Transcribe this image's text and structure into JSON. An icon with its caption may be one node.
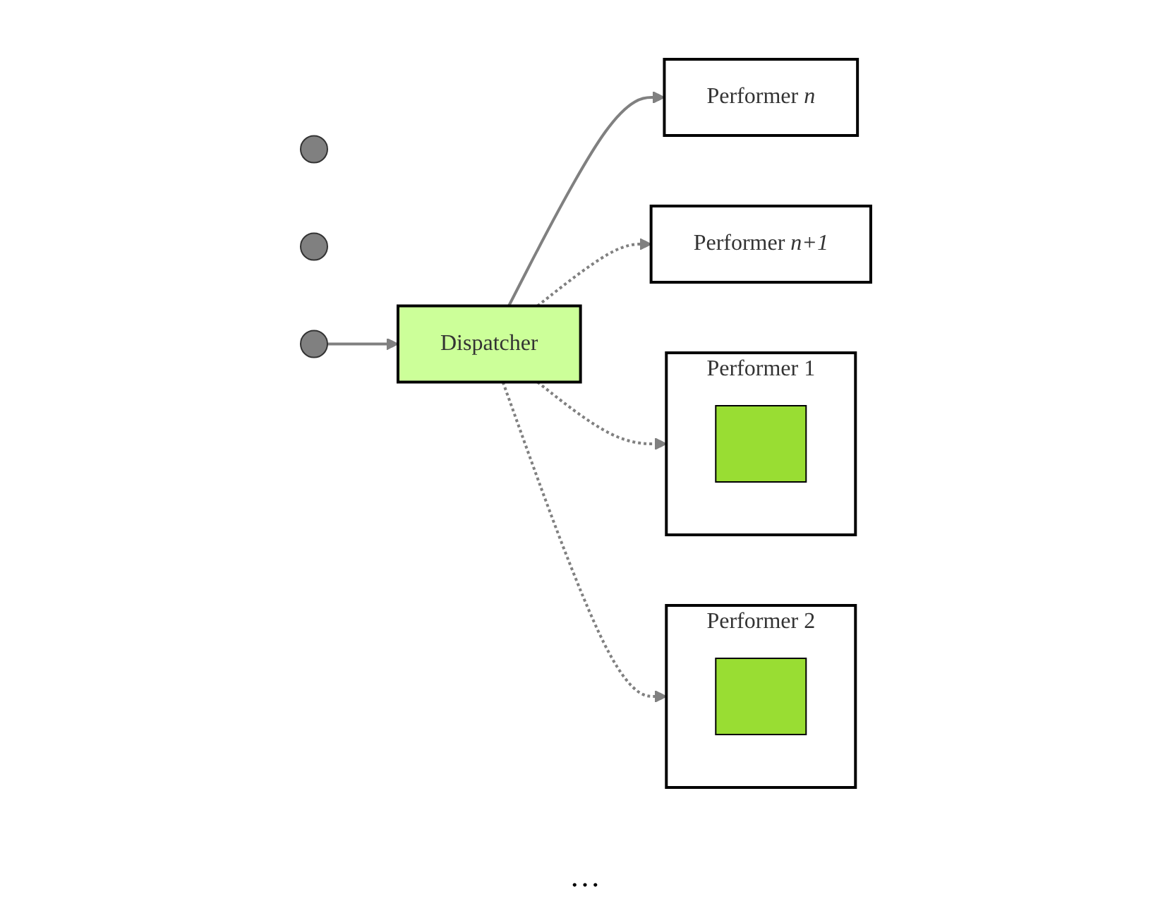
{
  "diagram": {
    "nodes": [
      {
        "text": [],
        "shape": "circle"
      },
      {
        "text": [],
        "shape": "circle"
      },
      {
        "text": [],
        "shape": "circle"
      },
      {
        "text": [
          "Dispatcher"
        ]
      },
      {
        "text": [
          "Performer 1"
        ]
      },
      {
        "text": [],
        "shape": "box",
        "in": 4
      },
      {
        "text": [
          "Performer 2"
        ]
      },
      {
        "text": [],
        "shape": "box",
        "in": 6
      },
      {
        "text": [
          "Performer *n*"
        ]
      },
      {
        "text": [
          "Performer *n+1*"
        ]
      }
    ],
    "edges": [
      {
        "from": 2,
        "to": 3,
        "arrow": "to"
      },
      {
        "from": 3,
        "to": 4,
        "arrow": "to",
        "style": "dashed"
      },
      {
        "from": 3,
        "to": 6,
        "arrow": "to",
        "style": "dashed"
      },
      {
        "from": 3,
        "to": 8,
        "arrow": "to"
      },
      {
        "from": 3,
        "to": 9,
        "arrow": "to",
        "style": "dashed"
      }
    ],
    "labels": [
      "…"
    ]
  }
}
